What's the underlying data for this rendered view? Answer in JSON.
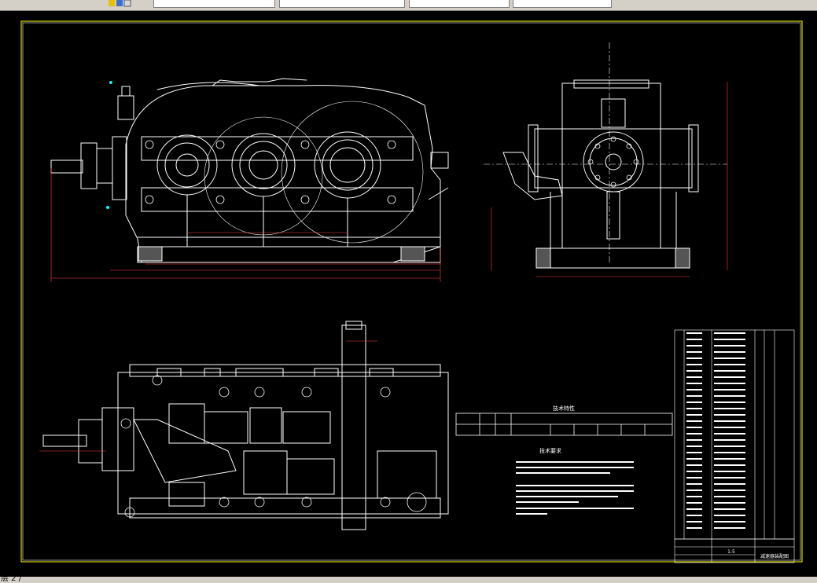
{
  "toolbar": {
    "fields": [
      "",
      "",
      "",
      "",
      ""
    ]
  },
  "drawing": {
    "title_notes": "技术特性",
    "requirements_title": "技术要求",
    "title_block_name": "减速器装配图",
    "sheet_label": "1:5",
    "colors": {
      "background": "#000000",
      "frame": "#ffffff",
      "border": "#ffff00",
      "lines": "#ffffff",
      "dimension": "#ff4040",
      "accent": "#00ffff"
    }
  },
  "status": {
    "command_line": "层 2 /"
  }
}
